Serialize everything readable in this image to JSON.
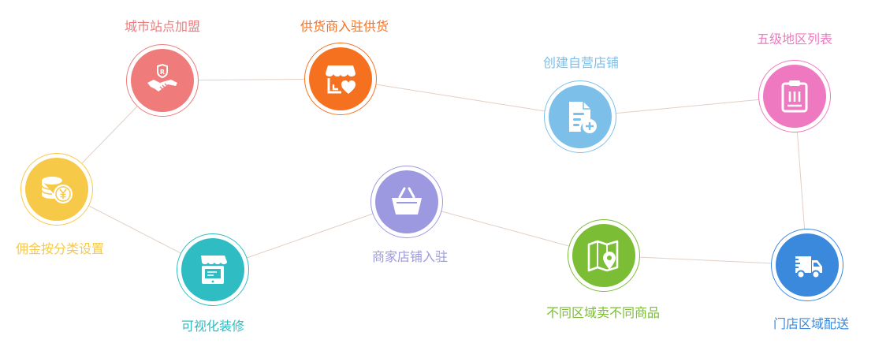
{
  "features": [
    {
      "id": "city-station-join",
      "label": "城市站点加盟",
      "color": "#ef7b7b",
      "icon": "handshake-icon"
    },
    {
      "id": "supplier-join",
      "label": "供货商入驻供货",
      "color": "#f5711f",
      "icon": "storefront-heart-icon"
    },
    {
      "id": "self-operated-store",
      "label": "创建自营店铺",
      "color": "#7cbfe9",
      "icon": "document-add-icon"
    },
    {
      "id": "region-list",
      "label": "五级地区列表",
      "color": "#ef79c0",
      "icon": "clipboard-list-icon"
    },
    {
      "id": "commission-settings",
      "label": "佣金按分类设置",
      "color": "#f7c948",
      "icon": "coins-yen-icon"
    },
    {
      "id": "merchant-join",
      "label": "商家店铺入驻",
      "color": "#9d99e0",
      "icon": "basket-icon"
    },
    {
      "id": "visual-decoration",
      "label": "可视化装修",
      "color": "#2fbcc3",
      "icon": "shop-screen-icon"
    },
    {
      "id": "regional-products",
      "label": "不同区域卖不同商品",
      "color": "#7bbd34",
      "icon": "map-pin-icon"
    },
    {
      "id": "store-regional-delivery",
      "label": "门店区域配送",
      "color": "#3a89dc",
      "icon": "delivery-truck-icon"
    }
  ]
}
